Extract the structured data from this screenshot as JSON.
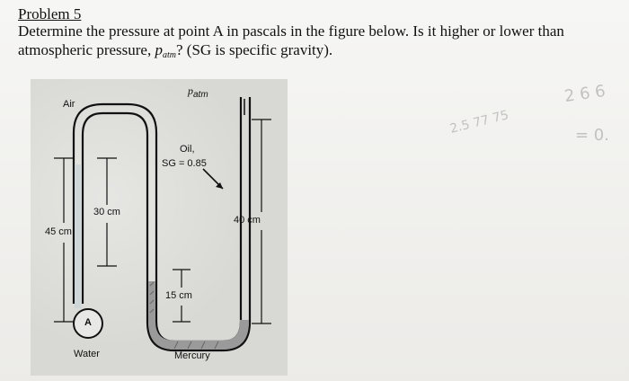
{
  "problem": {
    "title": "Problem 5",
    "line1": "Determine the pressure at point A in pascals in the figure below. Is it higher or lower than",
    "line2_prefix": "atmospheric pressure, ",
    "patm_var": "p",
    "patm_sub": "atm",
    "line2_suffix": "? (SG is specific gravity)."
  },
  "figure": {
    "patm_label": "p",
    "patm_sub": "atm",
    "air_label": "Air",
    "oil_label": "Oil,",
    "sg_label": "SG = 0.85",
    "dim_30": "30 cm",
    "dim_45": "45 cm",
    "dim_40": "40 cm",
    "dim_15": "15 cm",
    "point_label": "A",
    "water_label": "Water",
    "mercury_label": "Mercury"
  },
  "handwriting": {
    "a": "2 6 6",
    "b": "= 0.",
    "c": "2.5 77 75"
  }
}
